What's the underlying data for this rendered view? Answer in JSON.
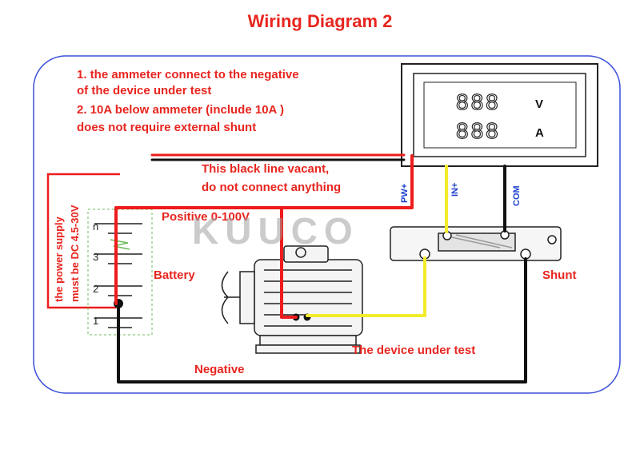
{
  "title": "Wiring Diagram 2",
  "notes": [
    "1. the ammeter connect to the negative",
    "of the device under test",
    "2. 10A below ammeter (include 10A )",
    "does not require external shunt"
  ],
  "black_line_note": [
    "This black line vacant,",
    "do not connect anything"
  ],
  "power_supply_note": [
    "the power supply",
    "must be DC 4.5-30V"
  ],
  "labels": {
    "positive": "Positive 0-100V",
    "battery": "Battery",
    "shunt": "Shunt",
    "device": "The device under test",
    "negative": "Negative"
  },
  "meter": {
    "units": [
      "V",
      "A"
    ],
    "digits": "888"
  },
  "terminals": {
    "pw": "PW+",
    "in": "IN+",
    "com": "COM"
  },
  "battery_cells": [
    "n",
    "3",
    "2",
    "1"
  ],
  "watermark": "KUUCO",
  "colors": {
    "label_red": "#e8251f",
    "wire_red": "#ee1c1c",
    "wire_yellow": "#f3ec2a",
    "wire_black": "#111111",
    "frame_blue": "#3b4fd8",
    "terminal_blue": "#1a3fd0"
  }
}
